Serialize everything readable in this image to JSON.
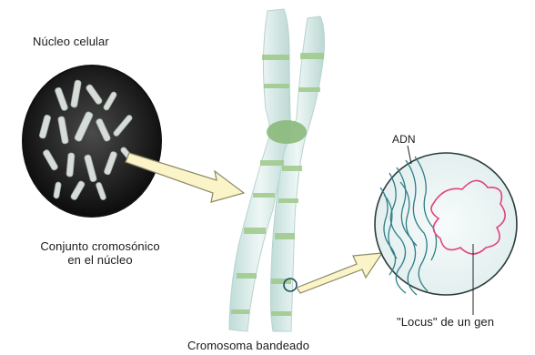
{
  "labels": {
    "nucleus": "Núcleo celular",
    "chromosome_set_line1": "Conjunto cromosónico",
    "chromosome_set_line2": "en el núcleo",
    "dna": "ADN",
    "locus": "\"Locus\" de un gen",
    "banded_chromosome": "Cromosoma bandeado"
  },
  "colors": {
    "chromatid_fill": "#dff0ef",
    "chromatid_band": "#9fc98a",
    "centromere": "#8bb97a",
    "arrow_fill": "#fbf4c9",
    "arrow_stroke": "#8c8a66",
    "dna_strand": "#2f7f86",
    "gene_locus": "#e0447a",
    "nucleus_bg": "#1a1a1a"
  }
}
